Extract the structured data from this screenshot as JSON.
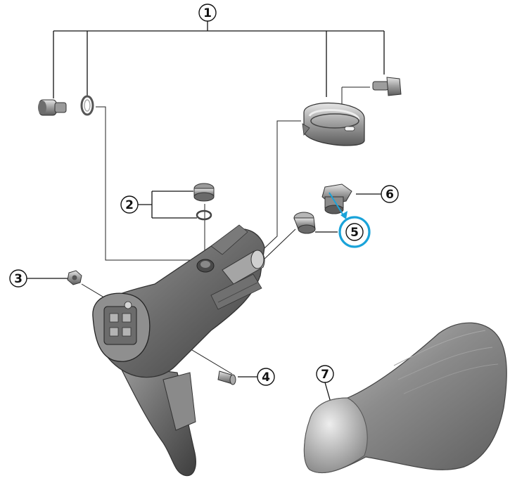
{
  "callouts": [
    {
      "id": "c1",
      "number": "1"
    },
    {
      "id": "c2",
      "number": "2"
    },
    {
      "id": "c3",
      "number": "3"
    },
    {
      "id": "c4",
      "number": "4"
    },
    {
      "id": "c5",
      "number": "5",
      "highlight": true
    },
    {
      "id": "c6",
      "number": "6"
    },
    {
      "id": "c7",
      "number": "7"
    }
  ],
  "colors": {
    "line": "#111111",
    "highlight": "#1aa3d9",
    "part_dark": "#5a5a5a",
    "part_mid": "#8a8a8a",
    "part_light": "#c9c9c9"
  }
}
